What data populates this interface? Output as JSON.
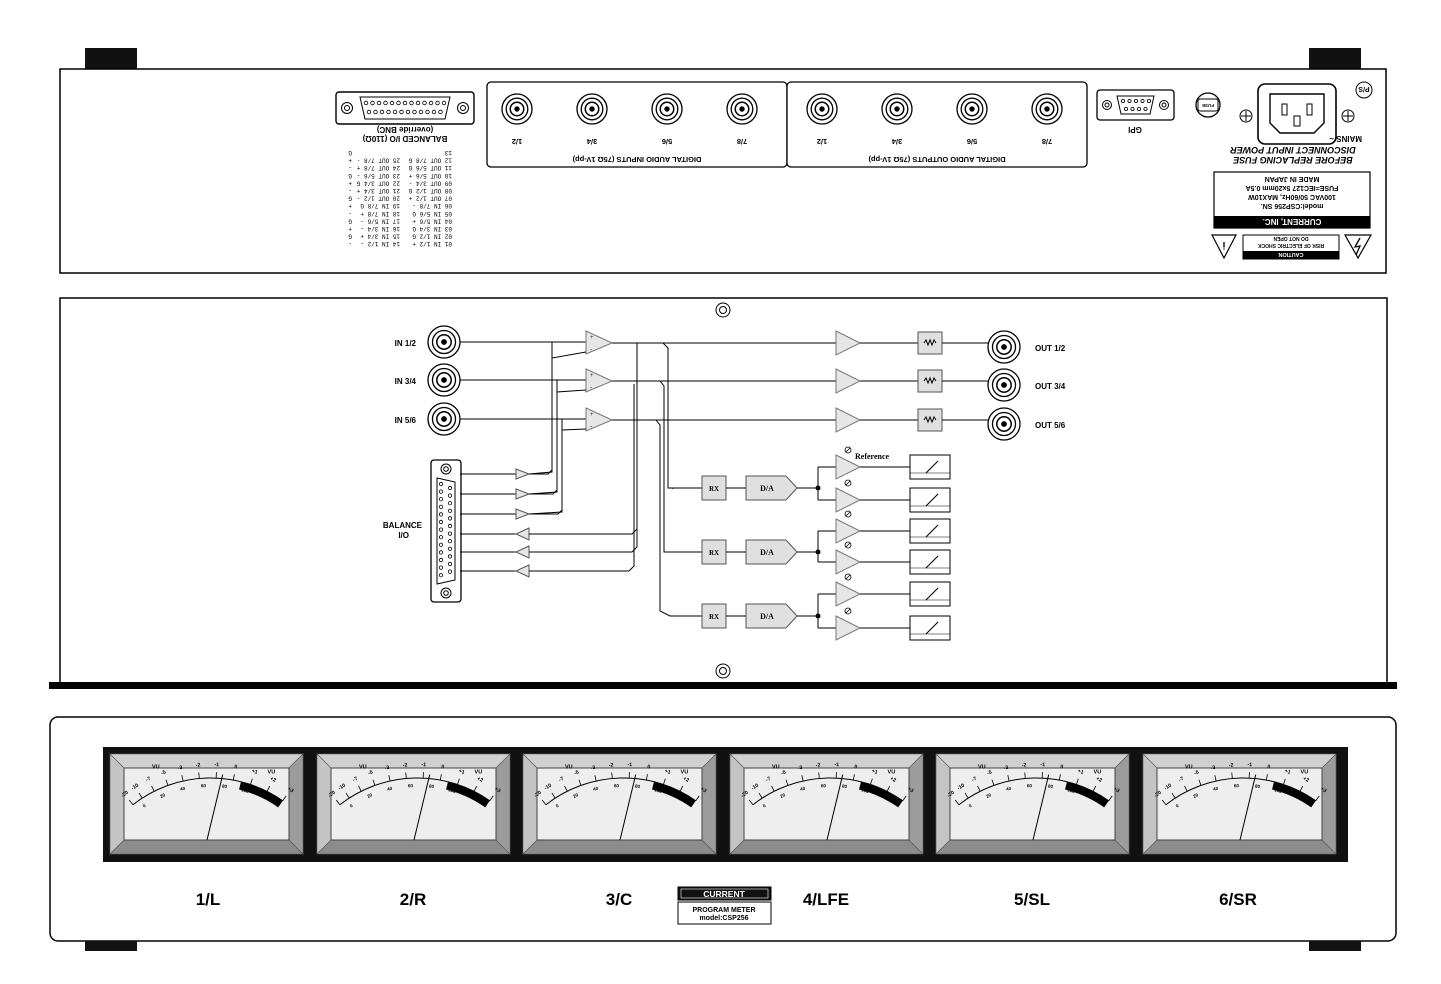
{
  "rear_panel": {
    "balanced_io": {
      "title": "BALANCED I/O (110Ω)",
      "subtitle": "(override BNC)"
    },
    "pin_table": {
      "left": [
        "13",
        "12 OUT 7/8 G",
        "11 OUT 5/6 G",
        "10 OUT 5/6 +",
        "09 OUT 3/4 -",
        "08 OUT 1/2 G",
        "07 OUT 1/2 +",
        "06 IN 7/8 -",
        "05 IN 5/6 G",
        "04 IN 5/6 +",
        "03 IN 3/4 G",
        "02 IN 1/2 G",
        "01 IN 1/2 +"
      ],
      "right": [
        "",
        "25 OUT 7/8 -",
        "24 OUT 7/8 +",
        "23 OUT 5/6 -",
        "22 OUT 3/4 G",
        "21 OUT 3/4 +",
        "20 OUT 1/2 -",
        "19 IN 7/8 G",
        "18 IN 7/8 +",
        "17 IN 5/6 -",
        "16 IN 3/4 -",
        "15 IN 3/4 +",
        "14 IN 1/2 -"
      ],
      "tail": [
        "G",
        "+",
        "-",
        "G",
        "+",
        "-",
        "G",
        "+",
        "-",
        "G",
        "+",
        "G",
        "-"
      ]
    },
    "digital_inputs": {
      "title": "DIGITAL AUDIO INPUTS (75Ω 1V-pp)",
      "labels": [
        "1/2",
        "3/4",
        "5/6",
        "7/8"
      ]
    },
    "digital_outputs": {
      "title": "DIGITAL AUDIO OUTPUTS (75Ω 1V-pp)",
      "labels": [
        "1/2",
        "3/4",
        "5/6",
        "7/8"
      ]
    },
    "gpi_label": "GPI",
    "fuse_label": "FUSE",
    "mains_label": "MAINS ~",
    "ps_label": "P/S",
    "warning": {
      "line1": "DISCONNECT INPUT POWER",
      "line2": "BEFORE REPLACING FUSE"
    },
    "spec_box": {
      "company": "CURRENT, INC.",
      "lines": [
        "model:CSP256 SN.",
        "100VAC 50/60Hz, MAX10W",
        "FUSE=IEC127 5x20mm 0.5A",
        "MADE IN JAPAN"
      ]
    },
    "caution": {
      "title": "CAUTION",
      "line1": "RISK OF ELECTRIC SHOCK",
      "line2": "DO NOT OPEN"
    }
  },
  "diagram": {
    "inputs": [
      "IN 1/2",
      "IN 3/4",
      "IN 5/6"
    ],
    "outputs": [
      "OUT 1/2",
      "OUT 3/4",
      "OUT 5/6"
    ],
    "balance_label": [
      "BALANCE",
      "I/O"
    ],
    "rx_label": "RX",
    "da_label": "D/A",
    "reference_label": "Reference"
  },
  "front_panel": {
    "meter_scale": [
      "-20",
      "-10",
      "-7",
      "-5",
      "-3",
      "-2",
      "-1",
      "0",
      "+1",
      "+2",
      "+3"
    ],
    "meter_pct": [
      "0",
      "20",
      "40",
      "60",
      "80",
      "100"
    ],
    "meter_unit": "VU",
    "channels": [
      "1/L",
      "2/R",
      "3/C",
      "4/LFE",
      "5/SL",
      "6/SR"
    ],
    "needle_levels": [
      0.43,
      0.43,
      0.43,
      0.43,
      0.43,
      0.43
    ],
    "brand": "CURRENT",
    "product": "PROGRAM METER",
    "model": "model:CSP256"
  }
}
